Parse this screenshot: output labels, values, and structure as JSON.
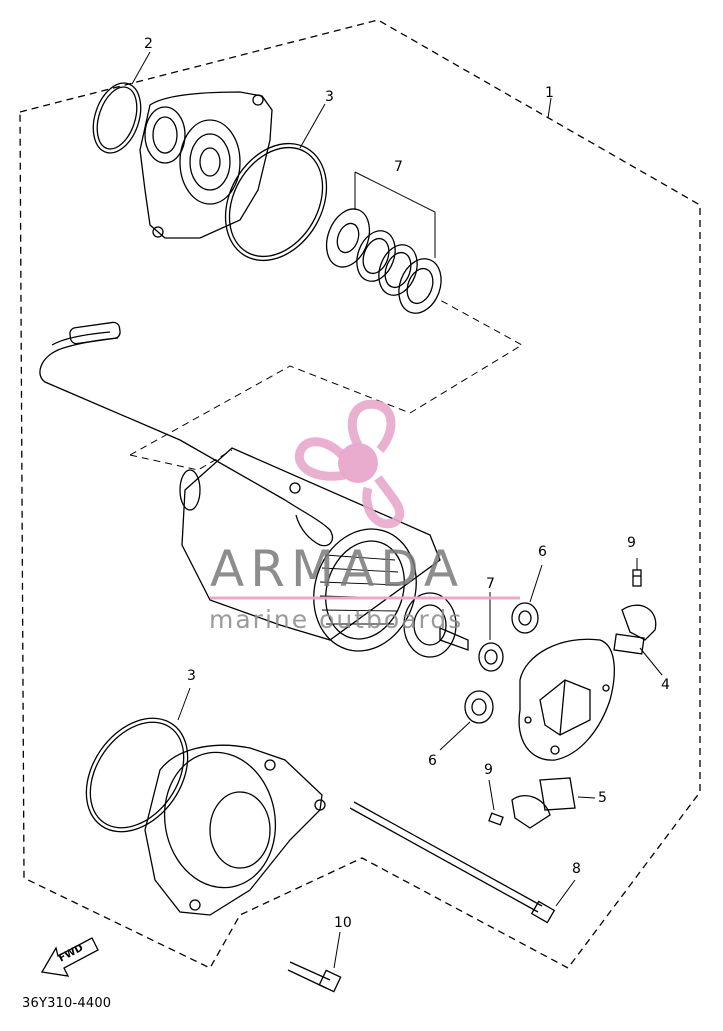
{
  "callouts": [
    {
      "id": "1",
      "text": "1"
    },
    {
      "id": "2",
      "text": "2"
    },
    {
      "id": "3a",
      "text": "3"
    },
    {
      "id": "7a",
      "text": "7"
    },
    {
      "id": "3b",
      "text": "3"
    },
    {
      "id": "6a",
      "text": "6"
    },
    {
      "id": "7b",
      "text": "7"
    },
    {
      "id": "9a",
      "text": "9"
    },
    {
      "id": "4",
      "text": "4"
    },
    {
      "id": "6b",
      "text": "6"
    },
    {
      "id": "9b",
      "text": "9"
    },
    {
      "id": "5",
      "text": "5"
    },
    {
      "id": "8",
      "text": "8"
    },
    {
      "id": "10",
      "text": "10"
    }
  ],
  "diagram_code": "36Y310-4400",
  "watermark": {
    "brand": "ARMADA",
    "tagline": "marine outboards",
    "logo_color": "#e8a8cc"
  },
  "fwd_label": "FWD"
}
